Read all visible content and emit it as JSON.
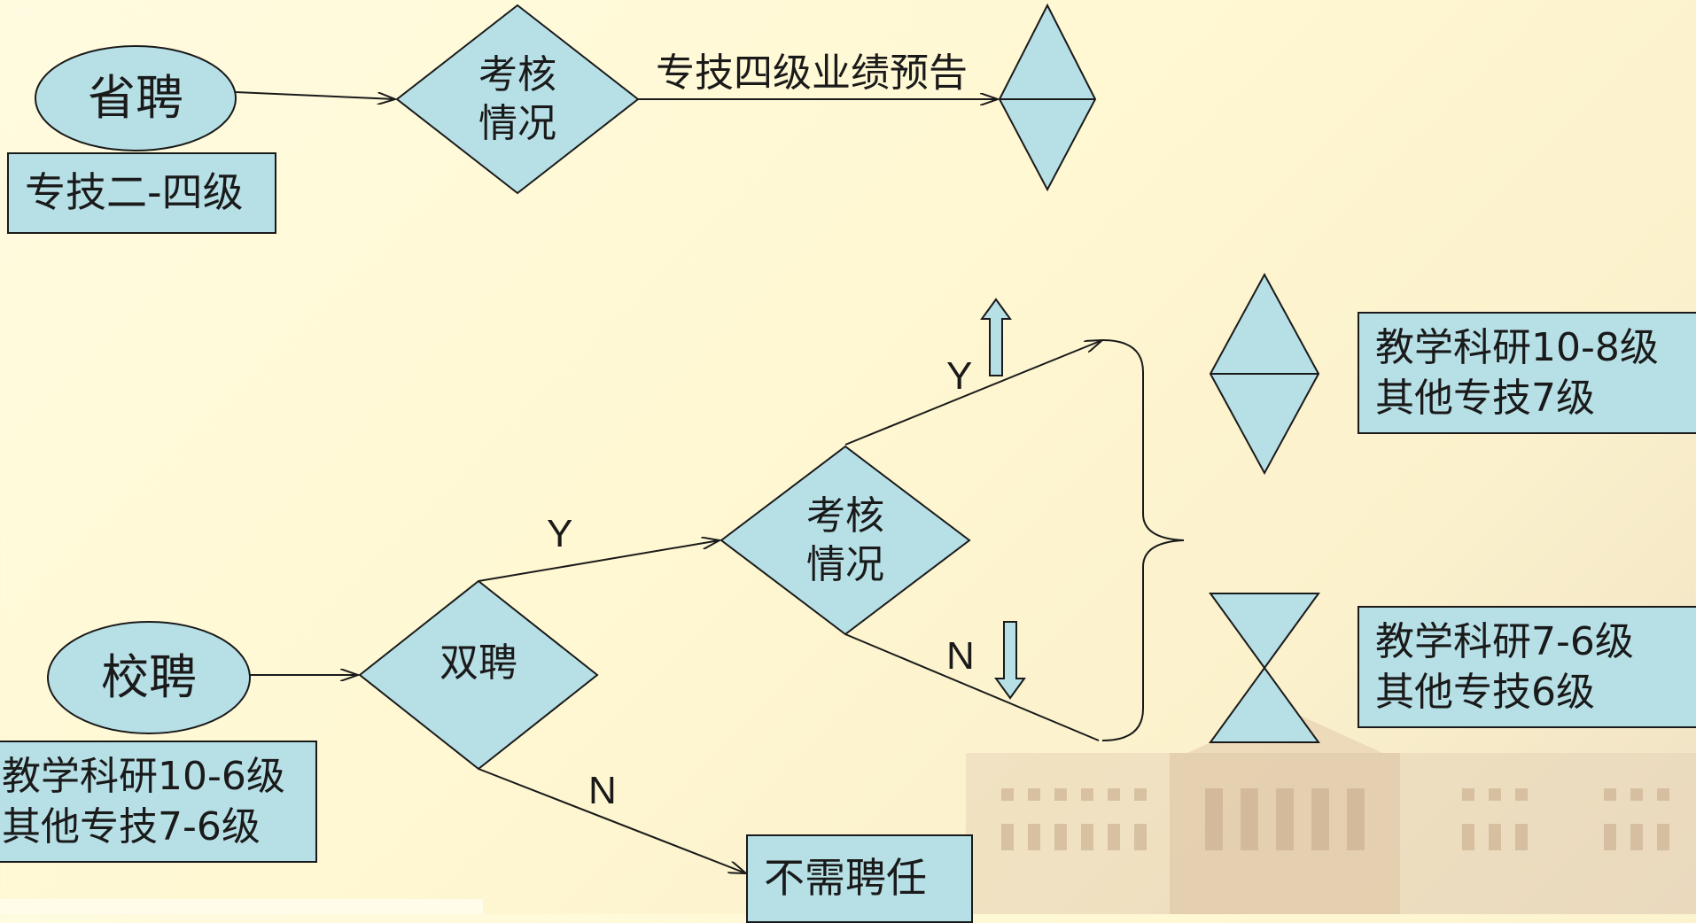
{
  "top": {
    "oval": "省聘",
    "oval_box": "专技二-四级",
    "diamond": "考核\n情况",
    "arrow_label": "专技四级业绩预告"
  },
  "bottom": {
    "oval": "校聘",
    "oval_box": "教学科研10-6级\n其他专技7-6级",
    "diamond_double": "双聘",
    "diamond_exam": "考核\n情况",
    "label_y1": "Y",
    "label_n1": "N",
    "label_y2": "Y",
    "label_n2": "N",
    "no_hire": "不需聘任",
    "result_up": "教学科研10-8级\n其他专技7级",
    "result_down": "教学科研7-6级\n其他专技6级"
  },
  "colors": {
    "fill": "#b7e0e6",
    "stroke": "#1a1a1a"
  }
}
